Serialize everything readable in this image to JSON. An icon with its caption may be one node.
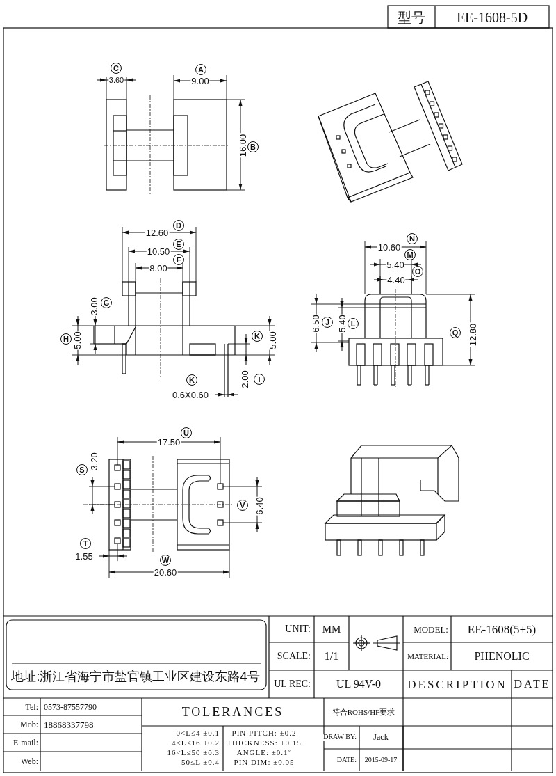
{
  "diagram": {
    "labels": [
      "型号",
      "EE-1608-5D",
      "C",
      "3.60",
      "A",
      "9.00",
      "16.00",
      "B",
      "12.60",
      "D",
      "10.50",
      "E",
      "8.00",
      "F",
      "3.00",
      "G",
      "H",
      "5.00",
      "K",
      "5.00",
      "K",
      "2.00",
      "I",
      "0.6X0.60",
      "10.60",
      "N",
      "M",
      "5.40",
      "O",
      "4.40",
      "6.50",
      "J",
      "5.40",
      "L",
      "Q",
      "12.80",
      "17.50",
      "U",
      "S",
      "3.20",
      "V",
      "6.40",
      "T",
      "1.55",
      "W",
      "20.60",
      "地址:浙江省海宁市盐官镇工业区建设东路4号",
      "UNIT:",
      "MM",
      "MODEL:",
      "EE-1608(5+5)",
      "SCALE:",
      "1/1",
      "MATERIAL:",
      "PHENOLIC",
      "UL REC:",
      "UL 94V-0",
      "DESCRIPTION",
      "DATE",
      "Tel:",
      "0573-87557790",
      "TOLERANCES",
      "符合ROHS/HF要求",
      "Mob:",
      "18868337798",
      "0<L≤4 ±0.1",
      "4<L≤16 ±0.2",
      "16<L≤50 ±0.3",
      "50≤L ±0.4",
      "PIN PITCH: ±0.2",
      "THICKNESS: ±0.15",
      "ANGLE: ±0.1˚",
      "PIN DIM: ±0.05",
      "DRAW BY:",
      "Jack",
      "E-mail:",
      "Web:",
      "DATE:",
      "2015-09-17"
    ]
  }
}
